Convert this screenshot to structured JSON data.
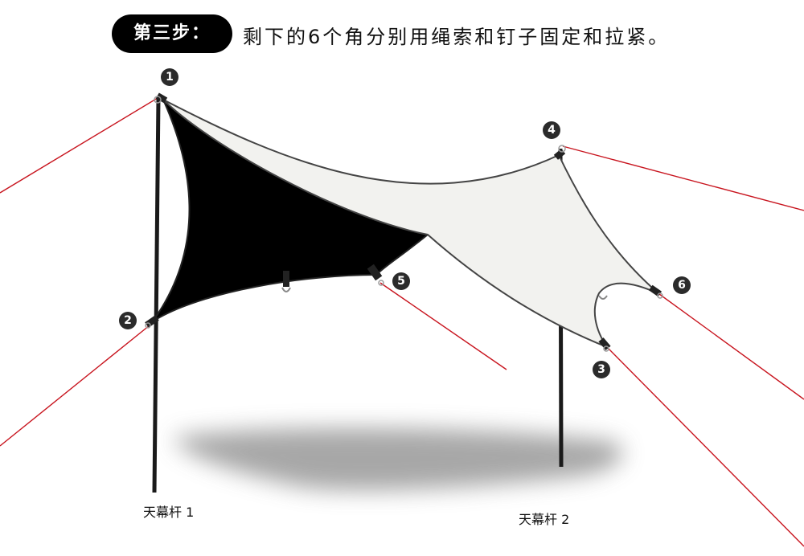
{
  "step": {
    "label": "第三步："
  },
  "instruction": "剩下的6个角分别用绳索和钉子固定和拉紧。",
  "poles": [
    {
      "label": "天幕杆 1"
    },
    {
      "label": "天幕杆 2"
    }
  ],
  "markers": [
    "1",
    "2",
    "3",
    "4",
    "5",
    "6"
  ],
  "colors": {
    "rope": "#c8141e",
    "canopy_top": "#f2f2ef",
    "canopy_under": "#000000",
    "pole": "#1a1a1a"
  }
}
